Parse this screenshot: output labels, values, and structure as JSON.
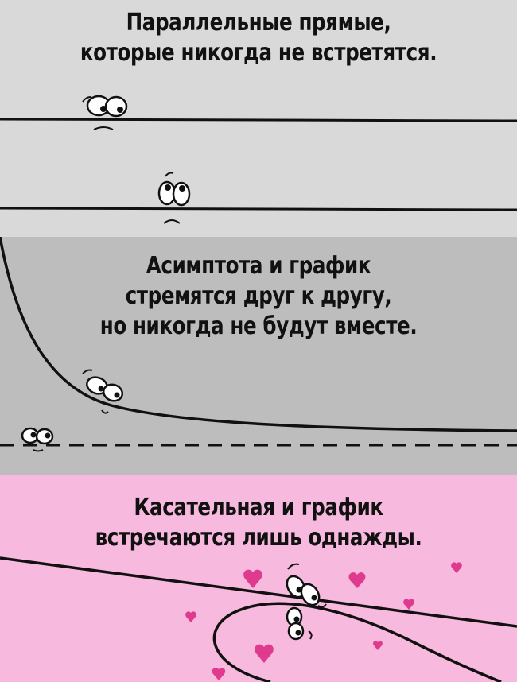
{
  "panels": [
    {
      "caption_lines": [
        "Параллельные прямые,",
        "которые никогда не встретятся."
      ],
      "background": "#d9d9d9"
    },
    {
      "caption_lines": [
        "Асимптота и график",
        "стремятся друг к другу,",
        "но никогда не будут вместе."
      ],
      "background": "#bdbdbd"
    },
    {
      "caption_lines": [
        "Касательная и график",
        "встречаются лишь однажды."
      ],
      "background": "#f7b9dd"
    }
  ],
  "colors": {
    "line": "#111111",
    "heart": "#e03a8e"
  }
}
